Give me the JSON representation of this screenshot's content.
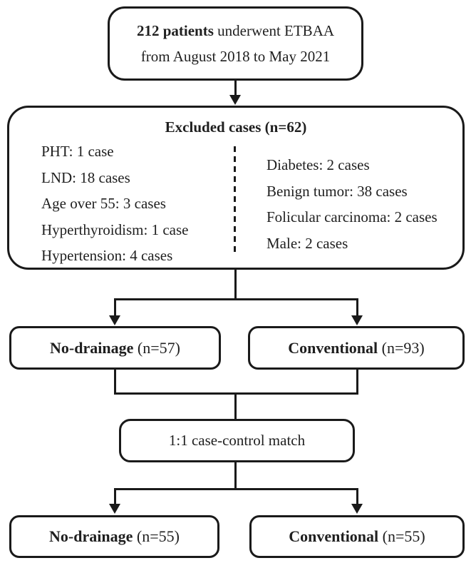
{
  "colors": {
    "line": "#1a1a1a",
    "text": "#1f1f1f",
    "background": "#ffffff"
  },
  "flowchart": {
    "top_box": {
      "bold": "212 patients",
      "line1_rest": " underwent ETBAA",
      "line2": "from August 2018 to May 2021"
    },
    "excluded_box": {
      "title": "Excluded cases (n=62)",
      "left_items": [
        "PHT: 1 case",
        "LND: 18 cases",
        "Age over 55: 3 cases",
        "Hyperthyroidism: 1 case",
        "Hypertension: 4 cases"
      ],
      "right_items": [
        "Diabetes: 2 cases",
        "Benign tumor: 38 cases",
        "Folicular carcinoma: 2 cases",
        "Male: 2 cases"
      ]
    },
    "initial_groups": [
      {
        "bold": "No-drainage",
        "rest": " (n=57)"
      },
      {
        "bold": "Conventional",
        "rest": " (n=93)"
      }
    ],
    "match_box": "1:1 case-control match",
    "matched_groups": [
      {
        "bold": "No-drainage",
        "rest": " (n=55)"
      },
      {
        "bold": "Conventional",
        "rest": " (n=55)"
      }
    ]
  }
}
